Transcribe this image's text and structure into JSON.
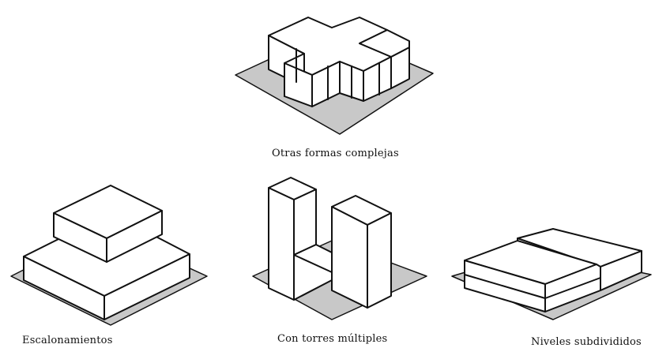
{
  "figures": {
    "complex": {
      "caption": "Otras formas complejas"
    },
    "stepped": {
      "caption": "Escalonamientos"
    },
    "towers": {
      "caption": "Con torres múltiples"
    },
    "split": {
      "caption": "Niveles subdivididos"
    }
  }
}
